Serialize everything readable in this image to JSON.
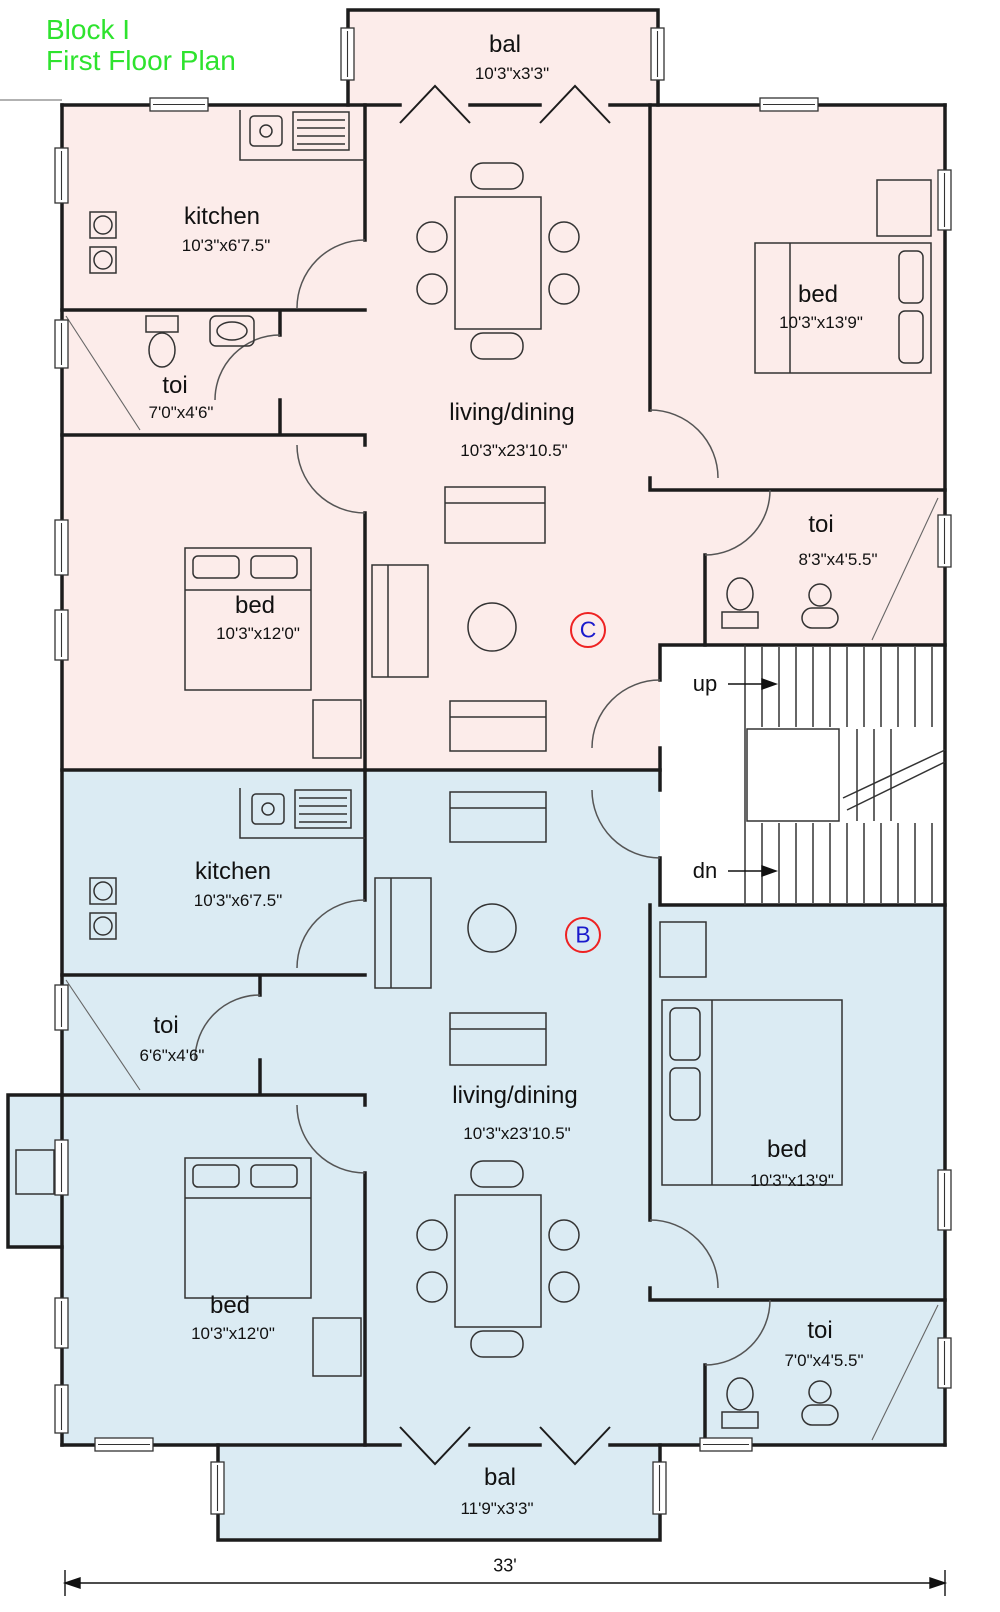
{
  "title": {
    "line1": "Block I",
    "line2": "First Floor Plan"
  },
  "unit_c": {
    "badge": "C",
    "balcony": {
      "name": "bal",
      "dim": "10'3\"x3'3\""
    },
    "kitchen": {
      "name": "kitchen",
      "dim": "10'3\"x6'7.5\""
    },
    "toilet_left": {
      "name": "toi",
      "dim": "7'0\"x4'6\""
    },
    "bed_right": {
      "name": "bed",
      "dim": "10'3\"x13'9\""
    },
    "living": {
      "name": "living/dining",
      "dim": "10'3\"x23'10.5\""
    },
    "bed_left": {
      "name": "bed",
      "dim": "10'3\"x12'0\""
    },
    "toilet_right": {
      "name": "toi",
      "dim": "8'3\"x4'5.5\""
    }
  },
  "unit_b": {
    "badge": "B",
    "kitchen": {
      "name": "kitchen",
      "dim": "10'3\"x6'7.5\""
    },
    "toilet_left": {
      "name": "toi",
      "dim": "6'6\"x4'6\""
    },
    "living": {
      "name": "living/dining",
      "dim": "10'3\"x23'10.5\""
    },
    "bed_right": {
      "name": "bed",
      "dim": "10'3\"x13'9\""
    },
    "bed_left": {
      "name": "bed",
      "dim": "10'3\"x12'0\""
    },
    "toilet_right": {
      "name": "toi",
      "dim": "7'0\"x4'5.5\""
    },
    "balcony": {
      "name": "bal",
      "dim": "11'9\"x3'3\""
    }
  },
  "stairs": {
    "up": "up",
    "dn": "dn"
  },
  "dimensions": {
    "overall_width": "33'"
  },
  "colors": {
    "unit_c_fill": "#fcecea",
    "unit_b_fill": "#dbebf3",
    "title_green": "#2ee32e",
    "badge_letter_blue": "#1a1acc",
    "badge_ring_red": "#ee2222",
    "wall_black": "#1c1c1c"
  }
}
